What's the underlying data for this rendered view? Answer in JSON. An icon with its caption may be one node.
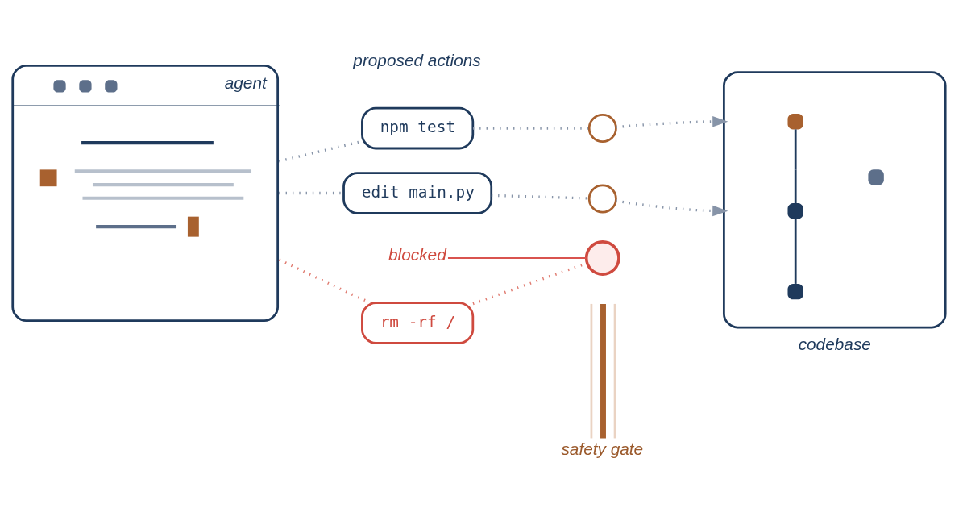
{
  "diagram": {
    "nodes": [
      {
        "text": [
          "agent"
        ]
      },
      {
        "text": [
          "npm test"
        ]
      },
      {
        "text": [
          "edit main.py"
        ]
      },
      {
        "text": [
          "blocked"
        ]
      },
      {
        "text": [
          "rm -rf /"
        ]
      },
      {
        "text": [],
        "shape": "bar",
        "beside": [
          "safety gate"
        ]
      },
      {
        "text": [],
        "shape": "circle"
      },
      {
        "text": [],
        "shape": "circle"
      },
      {
        "text": [],
        "shape": "circle"
      },
      {
        "text": [],
        "shape": "box",
        "beside": [
          "codebase"
        ]
      }
    ],
    "edges": [
      {
        "from": 0,
        "to": 1,
        "arrow": "none",
        "style": "dashed"
      },
      {
        "from": 1,
        "to": 6,
        "arrow": "none",
        "style": "dashed"
      },
      {
        "from": 6,
        "to": 9,
        "arrow": "to",
        "style": "dashed"
      },
      {
        "from": 0,
        "to": 2,
        "arrow": "none",
        "style": "dashed"
      },
      {
        "from": 2,
        "to": 7,
        "arrow": "none",
        "style": "dashed"
      },
      {
        "from": 7,
        "to": 9,
        "arrow": "to",
        "style": "dashed"
      },
      {
        "from": 0,
        "to": 4,
        "arrow": "none",
        "style": "dashed",
        "color": "#e07b70"
      },
      {
        "from": 4,
        "to": 8,
        "arrow": "none",
        "style": "dashed",
        "color": "#e07b70"
      },
      {
        "from": 3,
        "to": 8,
        "arrow": "none",
        "color": "#d9534f"
      }
    ],
    "labels": [
      "proposed actions"
    ]
  }
}
